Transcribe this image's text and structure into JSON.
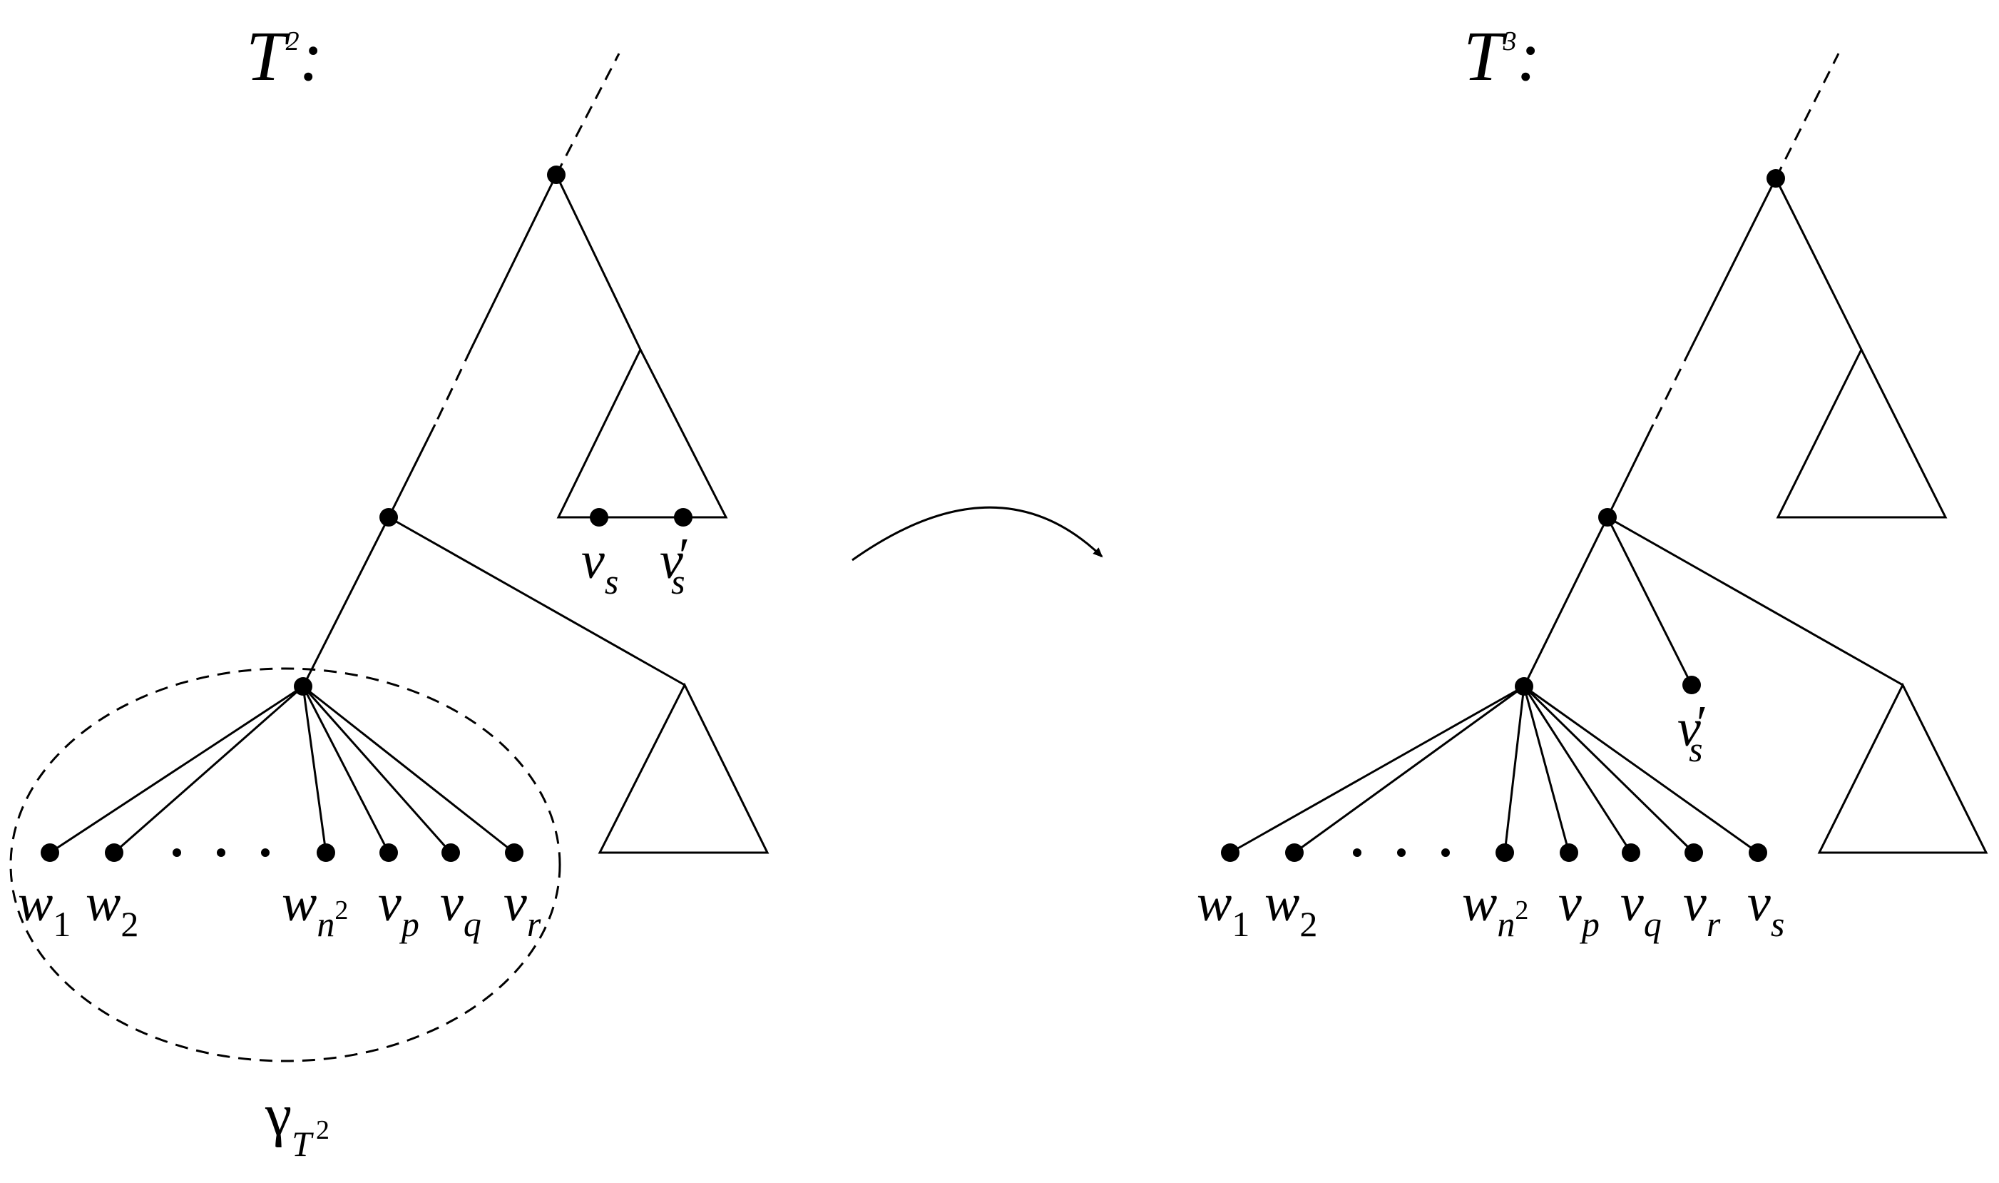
{
  "left_tree": {
    "title_base": "T",
    "title_sup": "2",
    "title_suffix": ":",
    "leaves": [
      {
        "base": "w",
        "sub": "1"
      },
      {
        "base": "w",
        "sub": "2"
      },
      {
        "base": "w",
        "sub": "n",
        "sub_sup": "2"
      },
      {
        "base": "v",
        "sub": "p"
      },
      {
        "base": "v",
        "sub": "q"
      },
      {
        "base": "v",
        "sub": "r"
      }
    ],
    "ellipsis": "· · ·",
    "subtree_leaves": [
      {
        "base": "v",
        "sub": "s"
      },
      {
        "base": "v",
        "sub": "s",
        "prime": "′"
      }
    ],
    "region_label": {
      "base": "γ",
      "sub": "T",
      "sub_sup": "2"
    }
  },
  "right_tree": {
    "title_base": "T",
    "title_sup": "3",
    "title_suffix": ":",
    "leaves": [
      {
        "base": "w",
        "sub": "1"
      },
      {
        "base": "w",
        "sub": "2"
      },
      {
        "base": "w",
        "sub": "n",
        "sub_sup": "2"
      },
      {
        "base": "v",
        "sub": "p"
      },
      {
        "base": "v",
        "sub": "q"
      },
      {
        "base": "v",
        "sub": "r"
      },
      {
        "base": "v",
        "sub": "s"
      }
    ],
    "ellipsis": "· · ·",
    "moved_leaf": {
      "base": "v",
      "sub": "s",
      "prime": "′"
    }
  },
  "colors": {
    "stroke": "#000000",
    "background": "#ffffff"
  }
}
